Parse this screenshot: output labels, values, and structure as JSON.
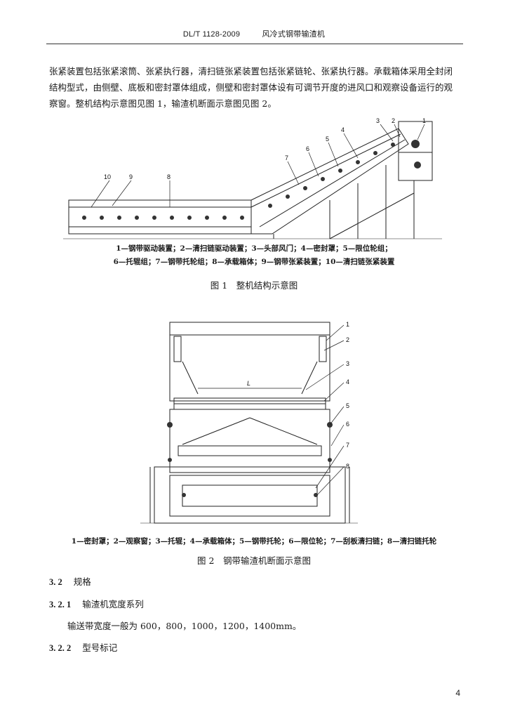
{
  "header": {
    "standard": "DL/T 1128-2009",
    "title": "风冷式钢带输渣机"
  },
  "paragraph": {
    "line1": "张紧装置包括张紧滚筒、张紧执行器，清扫链张紧装置包括张紧链轮、张紧执行器。承载箱体采用全封闭",
    "line2": "结构型式，由侧壁、底板和密封罩体组成，侧壁和密封罩体设有可调节开度的进风口和观察设备运行的观",
    "line3": "察窗。整机结构示意图见图 1，输渣机断面示意图见图 2。"
  },
  "figure1": {
    "callouts": [
      "1",
      "2",
      "3",
      "4",
      "5",
      "6",
      "7",
      "8",
      "9",
      "10"
    ],
    "legend_line1": "1—钢带驱动装置；2—清扫链驱动装置；3—头部风门；4—密封罩；5—限位轮组；",
    "legend_line2": "6—托辊组；7—钢带托轮组；8—承载箱体；9—钢带张紧装置；10—清扫链张紧装置",
    "caption": "图 1　整机结构示意图"
  },
  "figure2": {
    "callouts": [
      "1",
      "2",
      "3",
      "4",
      "5",
      "6",
      "7",
      "8"
    ],
    "dimension_label": "L",
    "legend": "1—密封罩；2—观察窗；3—托辊；4—承载箱体；5—钢带托轮；6—限位轮；7—刮板清扫链；8—清扫链托轮",
    "caption": "图 2　钢带输渣机断面示意图"
  },
  "section_3_2": {
    "number": "3. 2",
    "title": "规格"
  },
  "section_3_2_1": {
    "number": "3. 2. 1",
    "title": "输渣机宽度系列"
  },
  "width_text": "输送带宽度一般为 600，800，1000，1200，1400mm。",
  "section_3_2_2": {
    "number": "3. 2. 2",
    "title": "型号标记"
  },
  "page_number": "4"
}
